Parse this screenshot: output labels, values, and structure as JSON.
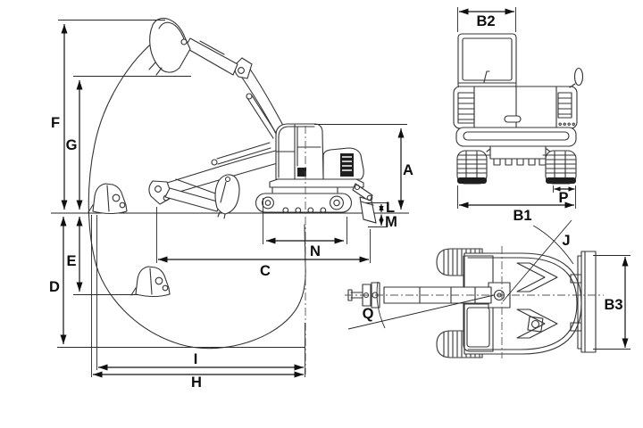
{
  "diagram": {
    "background": "#ffffff",
    "line_color": "#333333",
    "dim_color": "#101010",
    "labels": {
      "A": "A",
      "B1": "B1",
      "B2": "B2",
      "B3": "B3",
      "C": "C",
      "D": "D",
      "E": "E",
      "F": "F",
      "G": "G",
      "H": "H",
      "I": "I",
      "J": "J",
      "L": "L",
      "M": "M",
      "N": "N",
      "P": "P",
      "Q": "Q"
    },
    "views": {
      "side_view_dimensions": [
        "F",
        "G",
        "A",
        "L",
        "M",
        "E",
        "D",
        "N",
        "C",
        "I",
        "H"
      ],
      "rear_view_dimensions": [
        "B2",
        "P",
        "B1"
      ],
      "top_view_dimensions": [
        "J",
        "Q",
        "B3"
      ]
    }
  }
}
